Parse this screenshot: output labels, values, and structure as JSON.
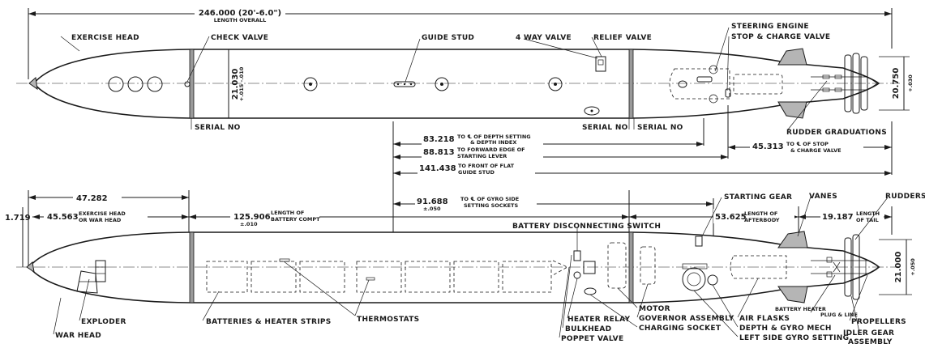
{
  "top_view": {
    "overall_length": "246.000 (20'-6.0\")",
    "overall_length_caption": "LENGTH OVERALL",
    "diameter": "21.030",
    "diameter_tol": "+.015 -.010",
    "tail_diameter": "20.750",
    "tail_diameter_tol": "+.030",
    "labels": {
      "exercise_head": "EXERCISE HEAD",
      "check_valve": "CHECK VALVE",
      "guide_stud": "GUIDE STUD",
      "four_way_valve": "4 WAY VALVE",
      "relief_valve": "RELIEF VALVE",
      "steering_engine": "STEERING ENGINE",
      "stop_charge_valve": "STOP & CHARGE VALVE",
      "serial_no_1": "SERIAL NO",
      "serial_no_2": "SERIAL NO",
      "serial_no_3": "SERIAL NO",
      "rudder_graduations": "RUDDER GRADUATIONS"
    },
    "dims": {
      "depth_setting_val": "83.218",
      "depth_setting_txt1": "TO ℄ OF DEPTH SETTING",
      "depth_setting_txt2": "& DEPTH INDEX",
      "starting_lever_val": "88.813",
      "starting_lever_txt1": "TO FORWARD EDGE OF",
      "starting_lever_txt2": "STARTING LEVER",
      "guide_stud_val": "141.438",
      "guide_stud_txt1": "TO FRONT OF FLAT",
      "guide_stud_txt2": "GUIDE STUD",
      "stop_val": "45.313",
      "stop_txt1": "TO ℄ OF STOP",
      "stop_txt2": "& CHARGE VALVE"
    }
  },
  "bottom_view": {
    "head_val": "47.282",
    "nose_val": "1.719",
    "exercise_head_val": "45.563",
    "exercise_head_txt1": "EXERCISE HEAD",
    "exercise_head_txt2": "OR WAR HEAD",
    "battery_val": "125.906",
    "battery_tol": "±.010",
    "battery_txt1": "LENGTH OF",
    "battery_txt2": "BATTERY COMPT",
    "gyro_val": "91.688",
    "gyro_tol": "±.050",
    "gyro_txt1": "TO ℄ OF GYRO SIDE",
    "gyro_txt2": "SETTING SOCKETS",
    "afterbody_val": "53.625",
    "afterbody_txt1": "LENGTH OF",
    "afterbody_txt2": "AFTERBODY",
    "tail_val": "19.187",
    "tail_txt1": "LENGTH",
    "tail_txt2": "OF TAIL",
    "diameter": "21.000",
    "diameter_tol": "+.050",
    "labels": {
      "starting_gear": "STARTING GEAR",
      "vanes": "VANES",
      "rudders": "RUDDERS",
      "battery_disconnecting_switch": "BATTERY DISCONNECTING SWITCH",
      "exploder": "EXPLODER",
      "war_head": "WAR HEAD",
      "batteries_heater_strips": "BATTERIES & HEATER STRIPS",
      "thermostats": "THERMOSTATS",
      "heater_relay": "HEATER RELAY",
      "bulkhead": "BULKHEAD",
      "poppet_valve": "POPPET VALVE",
      "motor": "MOTOR",
      "governor_assembly": "GOVERNOR ASSEMBLY",
      "charging_socket": "CHARGING SOCKET",
      "air_flasks": "AIR FLASKS",
      "depth_gyro_mech": "DEPTH & GYRO MECH",
      "left_side_gyro_setting": "LEFT SIDE GYRO SETTING",
      "battery_heater_plug": "BATTERY HEATER",
      "battery_heater_plug2": "PLUG & LINE",
      "propellers": "PROPELLERS",
      "idler_gear": "IDLER GEAR",
      "idler_gear2": "ASSEMBLY"
    }
  }
}
